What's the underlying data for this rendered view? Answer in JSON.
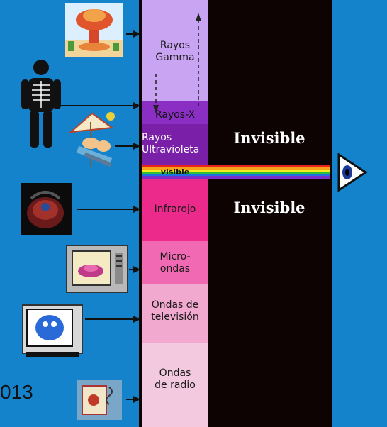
{
  "spectrum": {
    "bands": [
      {
        "id": "gamma",
        "label": "Rayos\nGamma",
        "color": "#c9a4f2"
      },
      {
        "id": "xray",
        "label": "Rayos-X",
        "color": "#8b2fc4"
      },
      {
        "id": "uv",
        "label": "Rayos\nUltravioleta",
        "color": "#7a1fa8"
      },
      {
        "id": "visible",
        "label": "visible",
        "color": "#c4cc3a"
      },
      {
        "id": "infrared",
        "label": "Infrarojo",
        "color": "#ec2a8c"
      },
      {
        "id": "microwave",
        "label": "Micro-\nondas",
        "color": "#f069b2"
      },
      {
        "id": "tv",
        "label": "Ondas de\ntelevisión",
        "color": "#f2a9cf"
      },
      {
        "id": "radio",
        "label": "Ondas\nde radio",
        "color": "#f2c9df"
      }
    ],
    "invisible_upper": "Invisible",
    "invisible_lower": "Invisible"
  },
  "footer": {
    "year_fragment": "013"
  },
  "icons": [
    "mushroom-cloud-icon",
    "xray-skeleton-icon",
    "sunbather-icon",
    "kettle-icon",
    "microwave-oven-icon",
    "television-icon",
    "radio-icon",
    "eye-icon"
  ],
  "colors": {
    "background": "#1583cc",
    "panel": "#0d0303",
    "rainbow": [
      "#e8231f",
      "#f6a21a",
      "#f4ec1f",
      "#2fbe3a",
      "#1e6fe0",
      "#7b2fc8"
    ]
  }
}
